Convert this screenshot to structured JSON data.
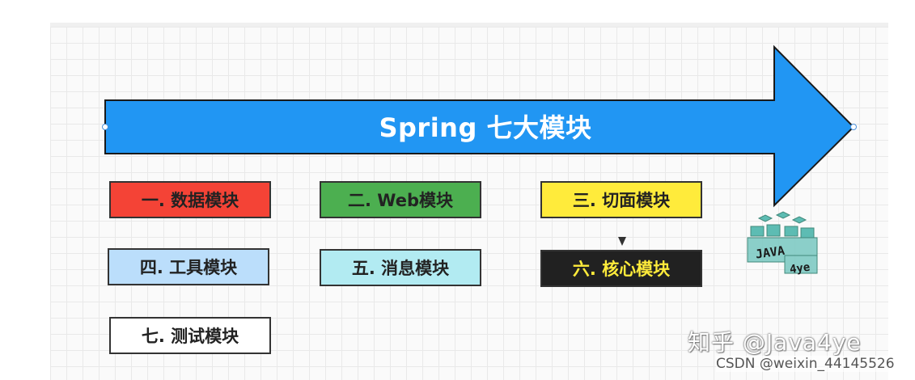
{
  "diagram": {
    "title": "Spring 七大模块",
    "modules": [
      {
        "label": "一. 数据模块",
        "color": "#f44336",
        "text_color": "#222222"
      },
      {
        "label": "二. Web模块",
        "color": "#4caf50",
        "text_color": "#222222"
      },
      {
        "label": "三. 切面模块",
        "color": "#ffeb3b",
        "text_color": "#222222"
      },
      {
        "label": "四. 工具模块",
        "color": "#bbdefb",
        "text_color": "#222222"
      },
      {
        "label": "五. 消息模块",
        "color": "#b2ebf2",
        "text_color": "#222222"
      },
      {
        "label": "六. 核心模块",
        "color": "#212121",
        "text_color": "#ffeb3b"
      },
      {
        "label": "七. 测试模块",
        "color": "#ffffff",
        "text_color": "#222222"
      }
    ],
    "arrow_color": "#2196f3",
    "logo": {
      "line1": "JAVA",
      "line2": "4ye"
    }
  },
  "watermark": {
    "zhihu": "知乎 @Java4ye",
    "csdn": "CSDN @weixin_44145526"
  }
}
